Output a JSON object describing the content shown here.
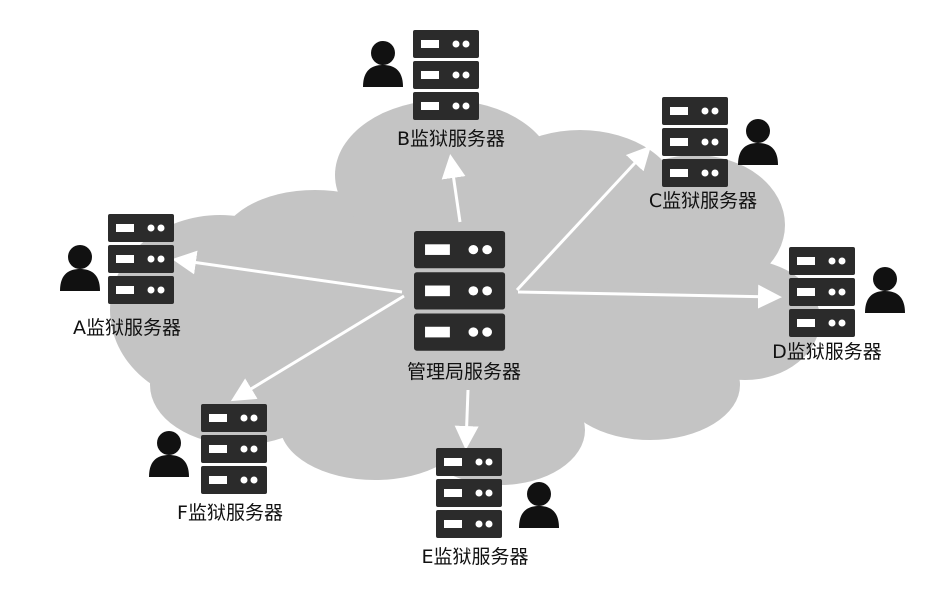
{
  "colors": {
    "cloud": "#c4c4c4",
    "server": "#2b2b2b",
    "server_slot": "#ffffff",
    "person": "#111111",
    "arrow": "#ffffff"
  },
  "center": {
    "label": "管理局服务器"
  },
  "nodes": [
    {
      "id": "A",
      "label": "A监狱服务器"
    },
    {
      "id": "B",
      "label": "B监狱服务器"
    },
    {
      "id": "C",
      "label": "C监狱服务器"
    },
    {
      "id": "D",
      "label": "D监狱服务器"
    },
    {
      "id": "E",
      "label": "E监狱服务器"
    },
    {
      "id": "F",
      "label": "F监狱服务器"
    }
  ]
}
